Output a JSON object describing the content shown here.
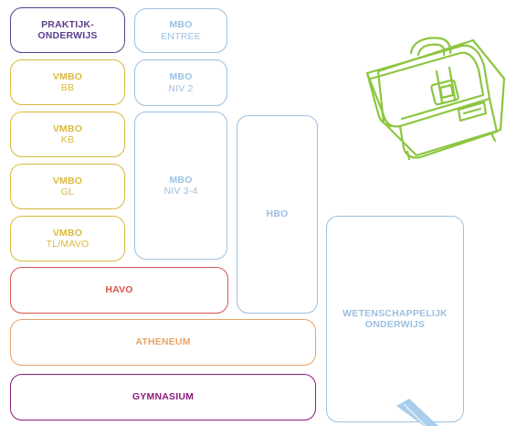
{
  "colors": {
    "purple": "#5b3d8f",
    "yellow": "#d9b93c",
    "blue": "#9cbfe0",
    "red": "#d5574a",
    "orange": "#e8a46a",
    "magenta": "#8b1c7c",
    "bag_green": "#8cc63f"
  },
  "boxes": {
    "praktijk": {
      "line1": "PRAKTIJK-",
      "line2": "ONDERWIJS"
    },
    "vmbo_bb": {
      "line1": "VMBO",
      "line2": "BB"
    },
    "vmbo_kb": {
      "line1": "VMBO",
      "line2": "KB"
    },
    "vmbo_gl": {
      "line1": "VMBO",
      "line2": "GL"
    },
    "vmbo_tl": {
      "line1": "VMBO",
      "line2": "TL/MAVO"
    },
    "mbo_entree": {
      "line1": "MBO",
      "line2": "ENTREE"
    },
    "mbo_niv2": {
      "line1": "MBO",
      "line2": "NIV 2"
    },
    "mbo_niv34": {
      "line1": "MBO",
      "line2": "NIV 3-4"
    },
    "hbo": {
      "line1": "HBO"
    },
    "wo": {
      "line1": "WETENSCHAPPELIJK",
      "line2": "ONDERWIJS"
    },
    "havo": {
      "line1": "HAVO"
    },
    "atheneum": {
      "line1": "ATHENEUM"
    },
    "gymnasium": {
      "line1": "GYMNASIUM"
    }
  },
  "icons": {
    "bag": "schoolbag-icon",
    "stripe": "pencil-icon"
  }
}
